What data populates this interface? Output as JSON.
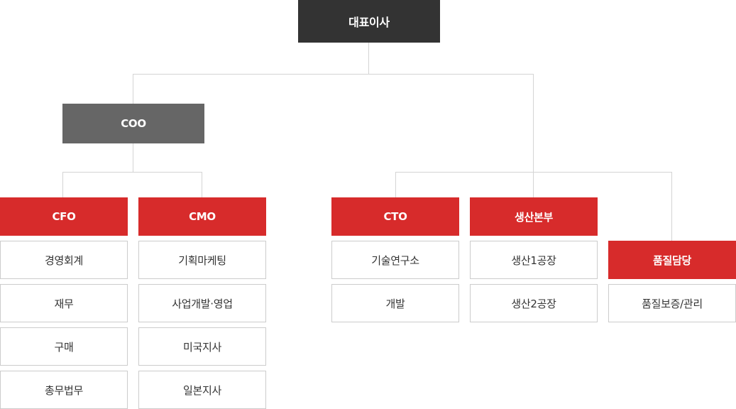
{
  "ceo": "대표이사",
  "coo": "COO",
  "departments": {
    "cfo": {
      "title": "CFO",
      "items": [
        "경영회계",
        "재무",
        "구매",
        "총무법무"
      ]
    },
    "cmo": {
      "title": "CMO",
      "items": [
        "기획마케팅",
        "사업개발·영업",
        "미국지사",
        "일본지사"
      ]
    },
    "cto": {
      "title": "CTO",
      "items": [
        "기술연구소",
        "개발"
      ]
    },
    "production": {
      "title": "생산본부",
      "items": [
        "생산1공장",
        "생산2공장"
      ]
    },
    "quality": {
      "title": "품질담당",
      "items": [
        "품질보증/관리"
      ]
    }
  },
  "colors": {
    "ceo": "#333333",
    "coo": "#666666",
    "head": "#d72b2b",
    "connector": "#d4d4d4",
    "sub_border": "#cccccc"
  }
}
